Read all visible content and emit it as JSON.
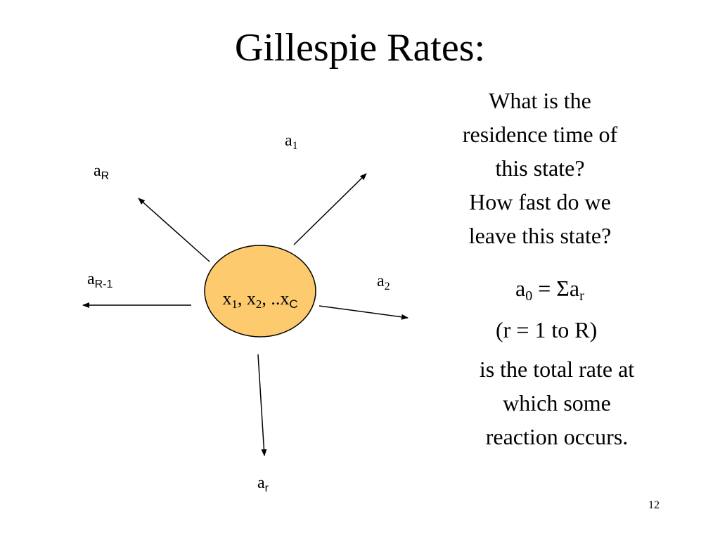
{
  "slide": {
    "title": "Gillespie Rates:",
    "page_number": "12"
  },
  "diagram": {
    "state": {
      "x1": "x",
      "x1_sub": "1",
      "sep1": ", ",
      "x2": "x",
      "x2_sub": "2",
      "sep2": ", ..",
      "xc": "x",
      "xc_sub": "C",
      "fill_color": "#FDCB6E"
    },
    "arrows": {
      "a1": {
        "base": "a",
        "sub": "1"
      },
      "aR": {
        "base": "a",
        "sub": "R"
      },
      "aR1": {
        "base": "a",
        "sub": "R-1"
      },
      "a2": {
        "base": "a",
        "sub": "2"
      },
      "ar": {
        "base": "a",
        "sub": "r"
      }
    }
  },
  "question": {
    "lines": [
      "What is the",
      "residence time of",
      "this state?",
      "How fast do we",
      "leave this state?"
    ]
  },
  "formula": {
    "lhs": "a",
    "lhs_sub": "0",
    "eq": " = Σa",
    "rhs_sub": "r",
    "range": "(r = 1 to R)"
  },
  "explanation": {
    "lines": [
      "is the total rate at",
      "which some",
      "reaction occurs."
    ]
  }
}
